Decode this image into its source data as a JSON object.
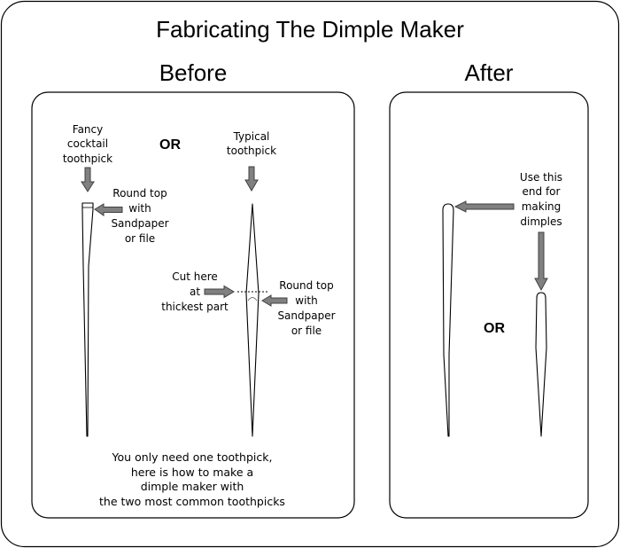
{
  "title": "Fabricating The Dimple Maker",
  "before": {
    "heading": "Before",
    "fancy_label": [
      "Fancy",
      "cocktail",
      "toothpick"
    ],
    "or_label": "OR",
    "typical_label": [
      "Typical",
      "toothpick"
    ],
    "round_top_fancy": [
      "Round top",
      "with",
      "Sandpaper",
      "or file"
    ],
    "cut_label": [
      "Cut here",
      "at",
      "thickest part"
    ],
    "round_top_typical": [
      "Round top",
      "with",
      "Sandpaper",
      "or file"
    ],
    "note": [
      "You only need one toothpick,",
      "here is how to make a",
      "dimple maker with",
      "the two most common toothpicks"
    ]
  },
  "after": {
    "heading": "After",
    "use_label": [
      "Use this",
      "end for",
      "making",
      "dimples"
    ],
    "or_label": "OR"
  },
  "colors": {
    "arrow_fill": "#808080",
    "arrow_stroke": "#404040",
    "line": "#000000"
  },
  "icons": [
    "down-arrow-icon",
    "left-arrow-icon",
    "right-arrow-icon"
  ]
}
